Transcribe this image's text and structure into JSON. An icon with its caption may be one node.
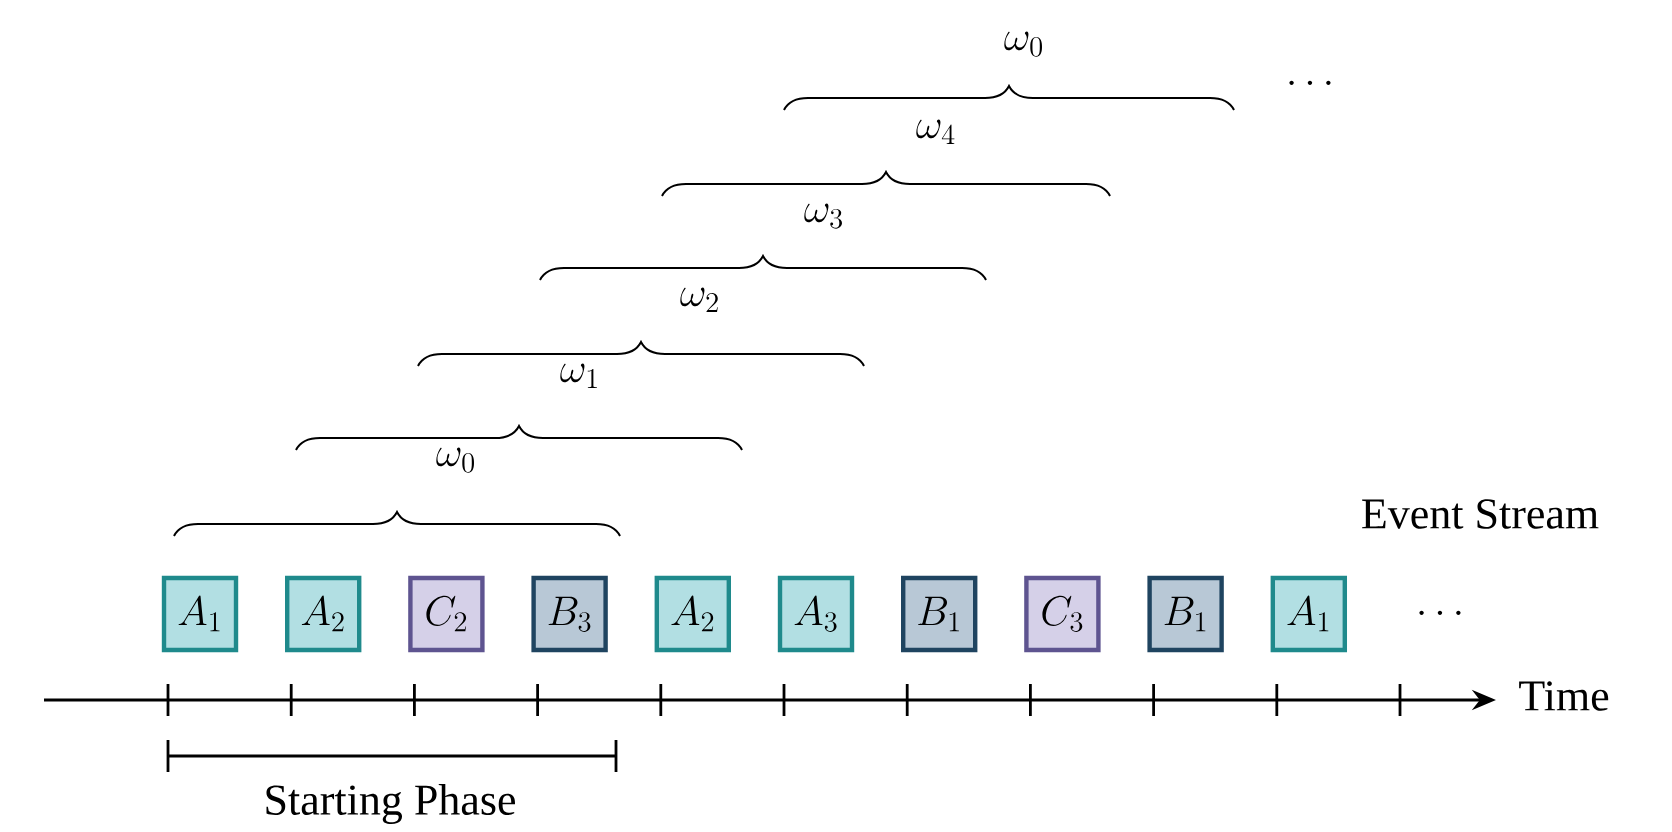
{
  "diagram": {
    "nodes": [
      {
        "text": [
          "A_1"
        ]
      },
      {
        "text": [
          "A_2"
        ]
      },
      {
        "text": [
          "C_2"
        ]
      },
      {
        "text": [
          "B_3"
        ]
      },
      {
        "text": [
          "A_2"
        ]
      },
      {
        "text": [
          "A_3"
        ]
      },
      {
        "text": [
          "B_1"
        ]
      },
      {
        "text": [
          "C_3"
        ]
      },
      {
        "text": [
          "B_1"
        ]
      },
      {
        "text": [
          "A_1"
        ]
      }
    ],
    "edges": [],
    "labels": [
      "\\omega_0",
      "\\cdots",
      "\\omega_4",
      "\\omega_3",
      "\\omega_2",
      "\\omega_1",
      "\\omega_0",
      "Event Stream",
      "\\cdots",
      "Time",
      "Starting Phase"
    ]
  }
}
